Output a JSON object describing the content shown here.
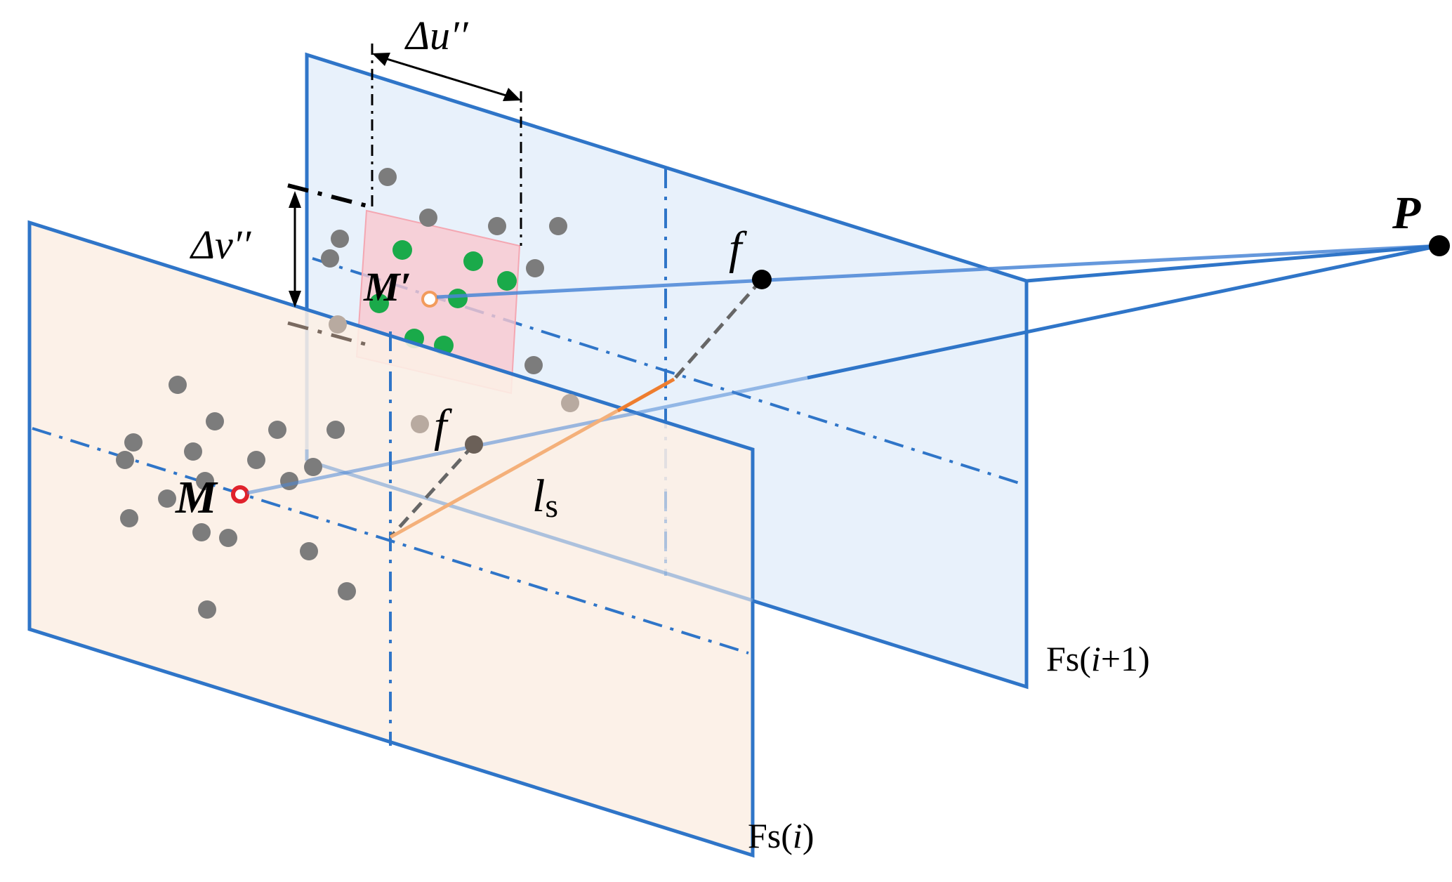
{
  "labels": {
    "delta_u": "Δu′′",
    "delta_v": "Δv′′",
    "point_P": "P",
    "point_M": "M",
    "point_M_prime": "M′",
    "focal_back": "f",
    "focal_front": "f",
    "baseline": "l",
    "baseline_sub": "s",
    "frame_back": "Fs(i+1)",
    "frame_front": "Fs(i)"
  },
  "colors": {
    "frame_border": "#2f75c8",
    "back_plane_fill": "#e8f1fb",
    "front_plane_fill": "#fcefe5",
    "window_fill": "#f9c8cf",
    "gray_point": "#7c7c7c",
    "green_point": "#1aaa4a",
    "marker_red": "#e0222c",
    "marker_orange": "#f29b5c",
    "baseline_orange": "#f08a3c",
    "ray": "#4a86d6"
  }
}
